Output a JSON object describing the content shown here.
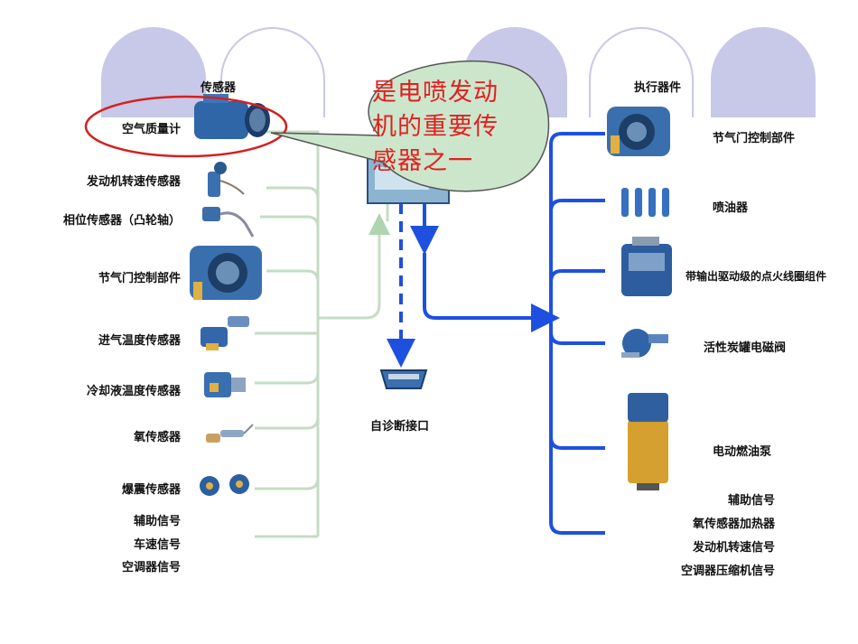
{
  "headers": {
    "sensors": "传感器",
    "actuators": "执行器件"
  },
  "sensors": [
    "空气质量计",
    "发动机转速传感器",
    "相位传感器（凸轮轴）",
    "节气门控制部件",
    "进气温度传感器",
    "冷却液温度传感器",
    "氧传感器",
    "爆震传感器",
    "辅助信号",
    "车速信号",
    "空调器信号"
  ],
  "center": {
    "diag_port": "自诊断接口"
  },
  "actuators": [
    "节气门控制部件",
    "喷油器",
    "带输出驱动级的点火线圈组件",
    "活性炭罐电磁阀",
    "电动燃油泵",
    "辅助信号",
    "氧传感器加热器",
    "发动机转速信号",
    "空调器压缩机信号"
  ],
  "callout": {
    "lines": [
      "是电喷发动",
      "机的重要传",
      "感器之一"
    ]
  },
  "colors": {
    "sensor_line": "#c4dcc4",
    "actuator_line": "#1e50e0",
    "callout_text": "#e02020",
    "highlight_ring": "#d42020",
    "decoration": "#c8c8e8"
  }
}
